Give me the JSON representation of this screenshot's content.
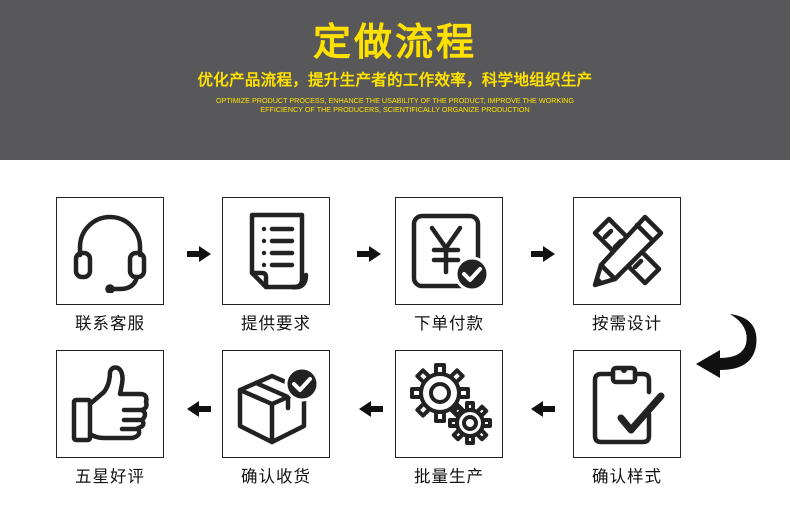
{
  "header": {
    "title": "定做流程",
    "subtitle": "优化产品流程，提升生产者的工作效率，科学地组织生产",
    "en_line1": "OPTIMIZE PRODUCT PROCESS, ENHANCE THE USABILITY OF THE PRODUCT, IMPROVE THE WORKING",
    "en_line2": "EFFICIENCY OF THE PRODUCERS, SCIENTIFICALLY ORGANIZE PRODUCTION",
    "background_color": "#58585a",
    "text_color": "#ffe100"
  },
  "steps": [
    {
      "label": "联系客服",
      "icon": "headset-icon"
    },
    {
      "label": "提供要求",
      "icon": "document-list-icon"
    },
    {
      "label": "下单付款",
      "icon": "yuan-payment-check-icon"
    },
    {
      "label": "按需设计",
      "icon": "pencil-ruler-icon"
    },
    {
      "label": "确认样式",
      "icon": "clipboard-check-icon"
    },
    {
      "label": "批量生产",
      "icon": "gears-icon"
    },
    {
      "label": "确认收货",
      "icon": "box-check-icon"
    },
    {
      "label": "五星好评",
      "icon": "thumbs-up-icon"
    }
  ]
}
